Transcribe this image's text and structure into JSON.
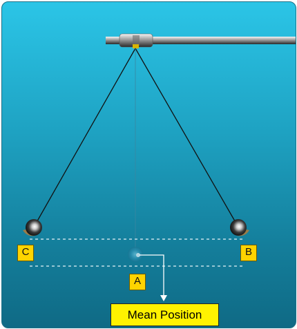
{
  "labels": {
    "left_extreme": "C",
    "right_extreme": "B",
    "mean": "A",
    "mean_position": "Mean Position"
  },
  "colors": {
    "background_top": "#2bc5e7",
    "background_bottom": "#0f6a85",
    "label_fill": "#ffd400",
    "callout_fill": "#fff200",
    "dashed_line": "#e6f4f8"
  }
}
